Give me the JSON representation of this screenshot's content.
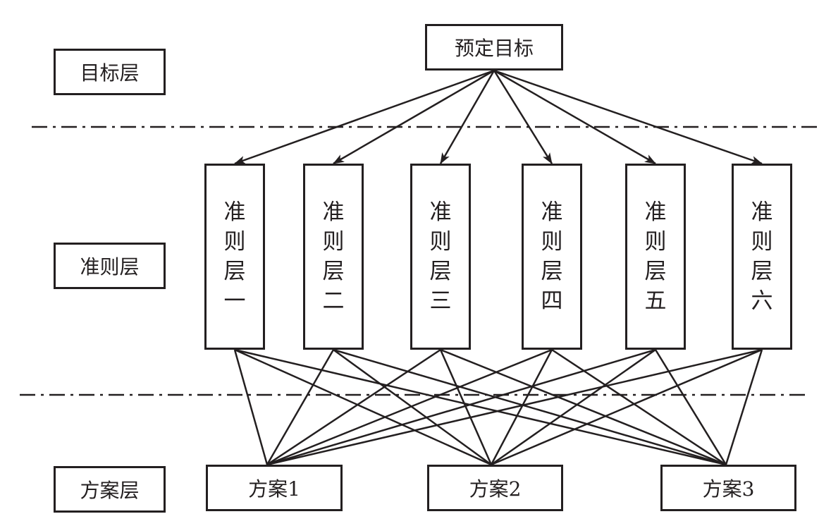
{
  "layers": {
    "goal": "目标层",
    "criteria": "准则层",
    "alternatives": "方案层"
  },
  "goal": "预定目标",
  "criteria": [
    "准则层一",
    "准则层二",
    "准则层三",
    "准则层四",
    "准则层五",
    "准则层六"
  ],
  "alternatives": [
    "方案1",
    "方案2",
    "方案3"
  ]
}
